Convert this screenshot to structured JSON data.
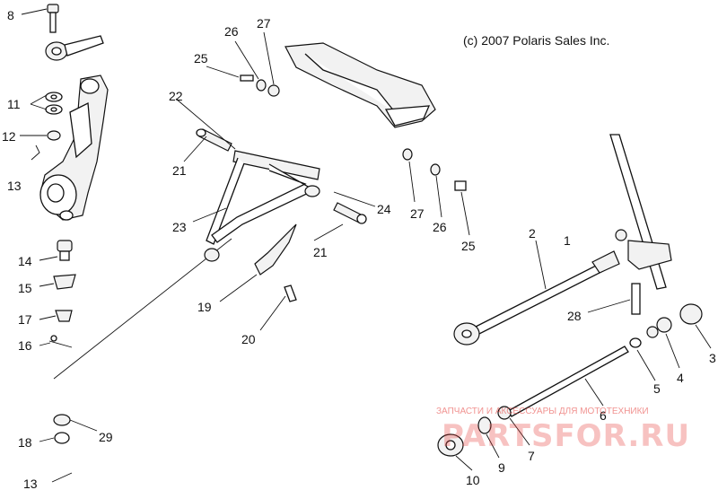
{
  "copyright": "(c) 2007 Polaris Sales Inc.",
  "watermark": {
    "tagline": "ЗАПЧАСТИ И АКСЕССУАРЫ ДЛЯ МОТОТЕХНИКИ",
    "brand": "PARTSFOR.RU",
    "color": "#e53935"
  },
  "callouts": [
    "8",
    "11",
    "12",
    "13",
    "14",
    "15",
    "17",
    "16",
    "18",
    "29",
    "13",
    "26",
    "27",
    "25",
    "22",
    "21",
    "23",
    "24",
    "21",
    "19",
    "20",
    "27",
    "26",
    "25",
    "2",
    "1",
    "28",
    "3",
    "4",
    "5",
    "6",
    "7",
    "9",
    "10"
  ]
}
